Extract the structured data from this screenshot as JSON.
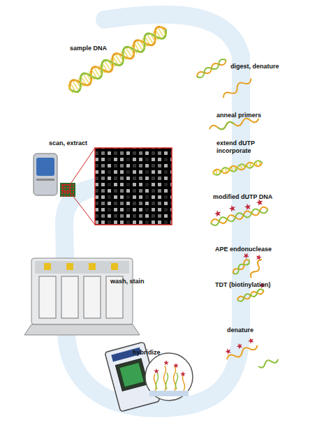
{
  "diagram": {
    "labels": [
      "sample DNA",
      "digest, denature",
      "anneal primers",
      "extend dUTP incorporate",
      "modified dUTP DNA",
      "APE endonuclease",
      "TDT (biotinylation)",
      "denature",
      "hybridize",
      "wash, stain",
      "scan, extract"
    ]
  }
}
